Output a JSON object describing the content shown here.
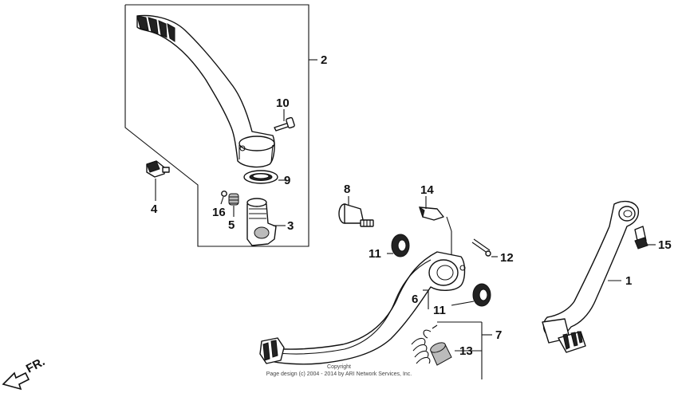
{
  "diagram": {
    "callouts": [
      {
        "id": "1",
        "label": "1"
      },
      {
        "id": "2",
        "label": "2"
      },
      {
        "id": "3",
        "label": "3"
      },
      {
        "id": "4",
        "label": "4"
      },
      {
        "id": "5",
        "label": "5"
      },
      {
        "id": "6",
        "label": "6"
      },
      {
        "id": "7",
        "label": "7"
      },
      {
        "id": "8",
        "label": "8"
      },
      {
        "id": "9",
        "label": "9"
      },
      {
        "id": "10",
        "label": "10"
      },
      {
        "id": "11a",
        "label": "11"
      },
      {
        "id": "11b",
        "label": "11"
      },
      {
        "id": "12",
        "label": "12"
      },
      {
        "id": "13",
        "label": "13"
      },
      {
        "id": "14",
        "label": "14"
      },
      {
        "id": "15",
        "label": "15"
      },
      {
        "id": "16",
        "label": "16"
      }
    ],
    "direction_label": "FR.",
    "copyright_line1": "Copyright",
    "copyright_line2": "Page design (c) 2004 - 2014 by ARI Network Services, Inc."
  }
}
